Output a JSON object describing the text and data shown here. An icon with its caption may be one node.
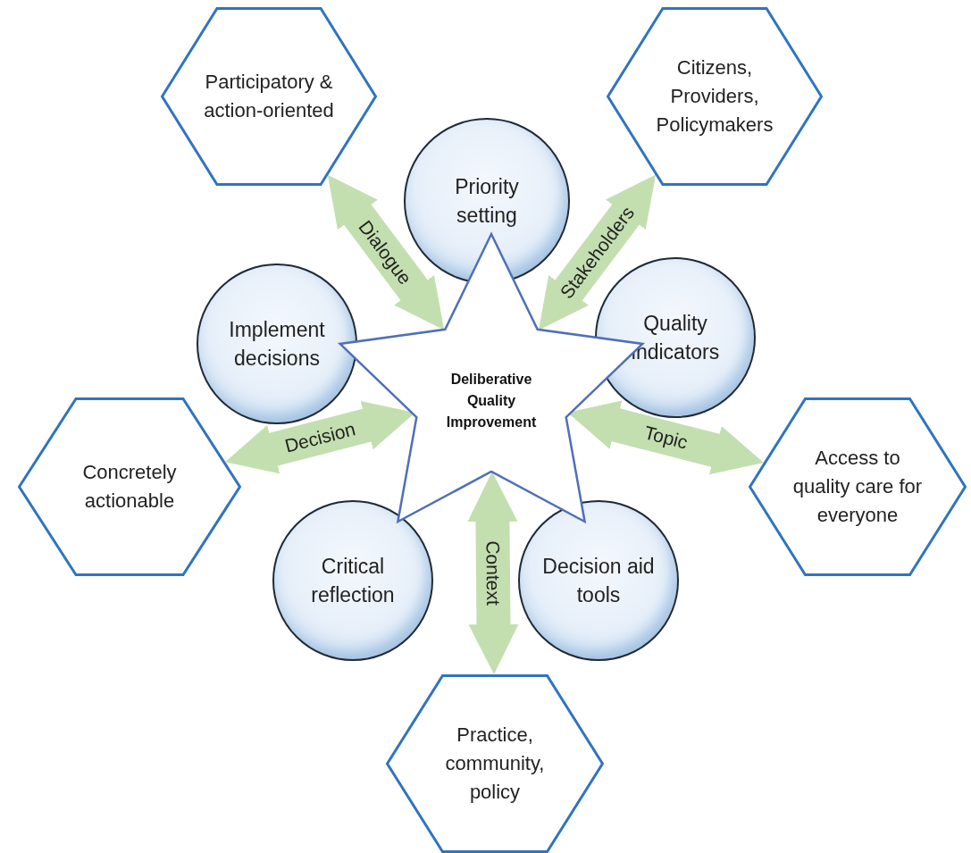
{
  "diagram": {
    "nodes": [
      {
        "text": [
          "Participatory & action-oriented"
        ]
      },
      {
        "text": [
          "Citizens, Providers, Policymakers"
        ]
      },
      {
        "text": [
          "Priority setting"
        ]
      },
      {
        "text": [
          "Implement decisions"
        ]
      },
      {
        "text": [
          "Quality indicators"
        ]
      },
      {
        "text": [
          "Deliberative Quality Improvement"
        ]
      },
      {
        "text": [
          "Concretely actionable"
        ]
      },
      {
        "text": [
          "Access to quality care for everyone"
        ]
      },
      {
        "text": [
          "Critical reflection"
        ]
      },
      {
        "text": [
          "Decision aid tools"
        ]
      },
      {
        "text": [
          "Practice, community, policy"
        ]
      }
    ],
    "edges": [
      {
        "from": 5,
        "to": 0,
        "arrow": "both",
        "label": "Dialogue"
      },
      {
        "from": 5,
        "to": 1,
        "arrow": "both",
        "label": "Stakeholders"
      },
      {
        "from": 5,
        "to": 7,
        "arrow": "both",
        "label": "Topic"
      },
      {
        "from": 5,
        "to": 10,
        "arrow": "both",
        "label": "Context"
      },
      {
        "from": 5,
        "to": 6,
        "arrow": "both",
        "label": "Decision"
      }
    ]
  }
}
